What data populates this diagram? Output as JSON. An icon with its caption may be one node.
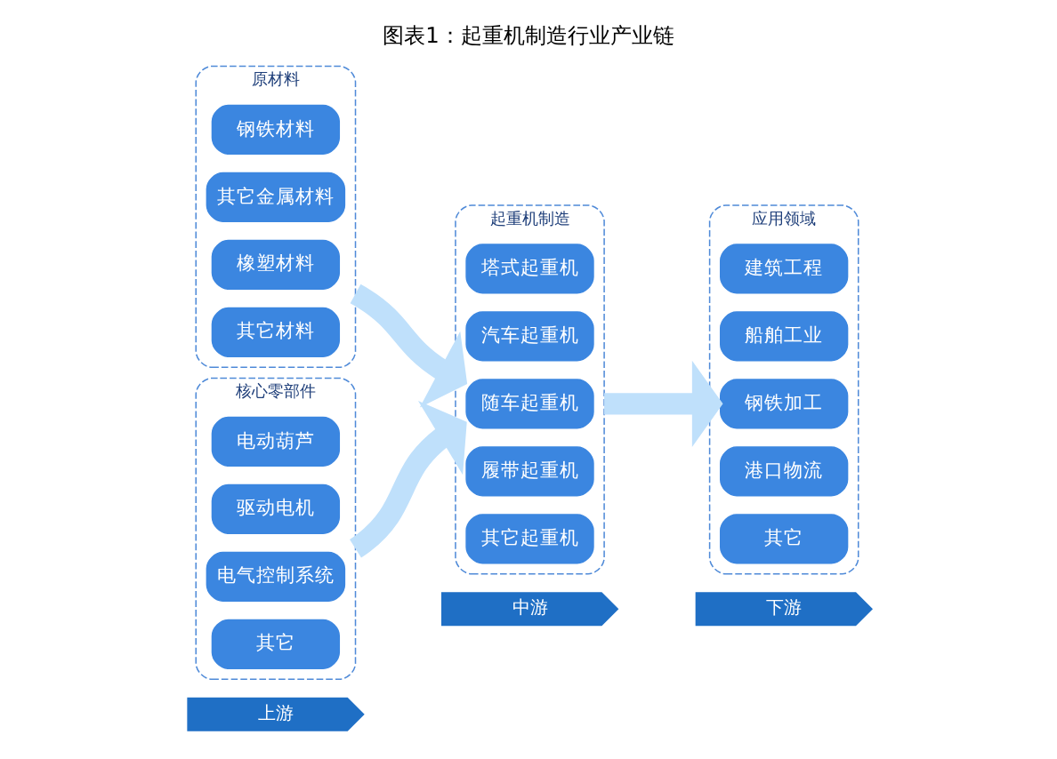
{
  "diagram": {
    "title": "图表1：起重机制造行业产业链",
    "nodes": [
      {
        "text": [
          "上游"
        ]
      },
      {
        "text": [
          "中游"
        ]
      },
      {
        "text": [
          "下游"
        ]
      },
      {
        "text": [
          "原材料"
        ]
      },
      {
        "text": [
          "钢铁材料"
        ],
        "in": 3
      },
      {
        "text": [
          "其它金属材料"
        ],
        "in": 3
      },
      {
        "text": [
          "橡塑材料"
        ],
        "in": 3
      },
      {
        "text": [
          "其它材料"
        ],
        "in": 3
      },
      {
        "text": [
          "核心零部件"
        ]
      },
      {
        "text": [
          "电动葫芦"
        ],
        "in": 8
      },
      {
        "text": [
          "驱动电机"
        ],
        "in": 8
      },
      {
        "text": [
          "电气控制系统"
        ],
        "in": 8
      },
      {
        "text": [
          "其它"
        ],
        "in": 8
      },
      {
        "text": [
          "起重机制造"
        ]
      },
      {
        "text": [
          "塔式起重机"
        ],
        "in": 13
      },
      {
        "text": [
          "汽车起重机"
        ],
        "in": 13
      },
      {
        "text": [
          "随车起重机"
        ],
        "in": 13
      },
      {
        "text": [
          "履带起重机"
        ],
        "in": 13
      },
      {
        "text": [
          "其它起重机"
        ],
        "in": 13
      },
      {
        "text": [
          "应用领域"
        ]
      },
      {
        "text": [
          "建筑工程"
        ],
        "in": 19
      },
      {
        "text": [
          "船舶工业"
        ],
        "in": 19
      },
      {
        "text": [
          "钢铁加工"
        ],
        "in": 19
      },
      {
        "text": [
          "港口物流"
        ],
        "in": 19
      },
      {
        "text": [
          "其它"
        ],
        "in": 19
      }
    ],
    "edges": [
      {
        "from": 3,
        "to": 13,
        "arrow": "to"
      },
      {
        "from": 8,
        "to": 13,
        "arrow": "to"
      },
      {
        "from": 13,
        "to": 19,
        "arrow": "to"
      }
    ]
  }
}
